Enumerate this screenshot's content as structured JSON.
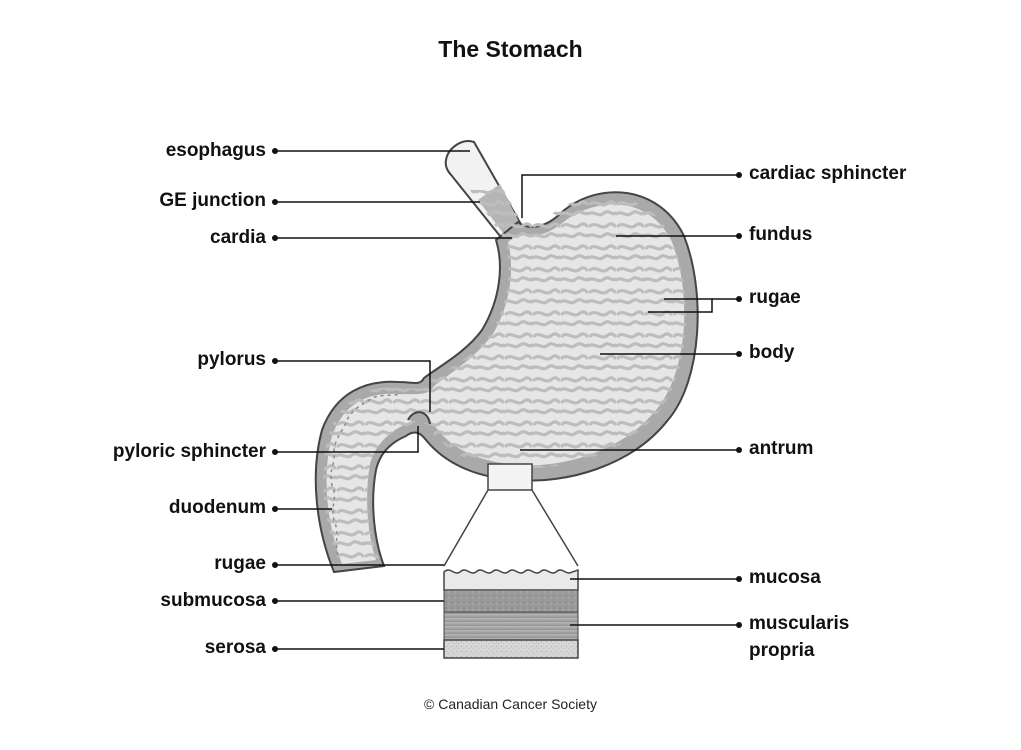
{
  "title": "The Stomach",
  "credit": "© Canadian Cancer Society",
  "colors": {
    "wall": "#a9a9a9",
    "lumen": "#e6e6e6",
    "rugae": "#bdbdbd",
    "outline": "#444444",
    "leader": "#111111"
  },
  "labels_left": {
    "esophagus": "esophagus",
    "ge_junction": "GE junction",
    "cardia": "cardia",
    "pylorus": "pylorus",
    "pyloric_sphincter": "pyloric sphincter",
    "duodenum": "duodenum",
    "rugae": "rugae",
    "submucosa": "submucosa",
    "serosa": "serosa"
  },
  "labels_right": {
    "cardiac_sphincter": "cardiac sphincter",
    "fundus": "fundus",
    "rugae": "rugae",
    "body": "body",
    "antrum": "antrum",
    "mucosa": "mucosa",
    "muscularis_propria_line1": "muscularis",
    "muscularis_propria_line2": "propria"
  }
}
